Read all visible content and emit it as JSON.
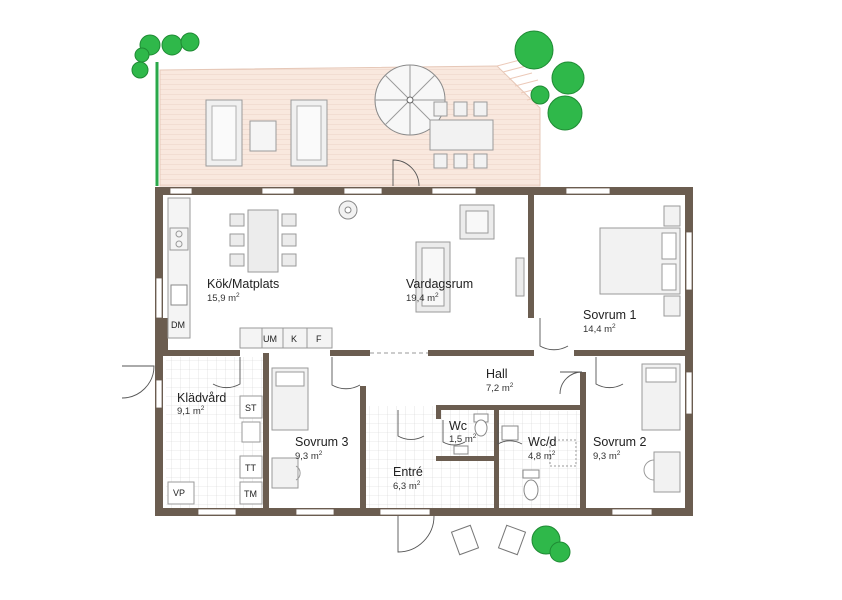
{
  "rooms": {
    "kok": {
      "name": "Kök/Matplats",
      "area": "15,9 m",
      "sup": "2"
    },
    "vardag": {
      "name": "Vardagsrum",
      "area": "19,4 m",
      "sup": "2"
    },
    "sovrum1": {
      "name": "Sovrum 1",
      "area": "14,4 m",
      "sup": "2"
    },
    "hall": {
      "name": "Hall",
      "area": "7,2 m",
      "sup": "2"
    },
    "kladvard": {
      "name": "Klädvård",
      "area": "9,1 m",
      "sup": "2"
    },
    "sovrum3": {
      "name": "Sovrum 3",
      "area": "9,3 m",
      "sup": "2"
    },
    "wc": {
      "name": "Wc",
      "area": "1,5 m",
      "sup": "2"
    },
    "wcd": {
      "name": "Wc/d",
      "area": "4,8 m",
      "sup": "2"
    },
    "entre": {
      "name": "Entré",
      "area": "6,3 m",
      "sup": "2"
    },
    "sovrum2": {
      "name": "Sovrum 2",
      "area": "9,3 m",
      "sup": "2"
    }
  },
  "fixtures": {
    "dm": "DM",
    "um": "UM",
    "k": "K",
    "f": "F",
    "st": "ST",
    "tt": "TT",
    "tm": "TM",
    "vp": "VP"
  },
  "colors": {
    "wall": "#6b5d50",
    "deck": "#f8e6dc",
    "deck_line": "#e8cfc2",
    "tile": "#d7d7d7",
    "furniture": "#e9e9e9",
    "furniture_stroke": "#9a9a9a",
    "tree": "#2fb84a",
    "tree_dark": "#1f8a34",
    "railing": "#2aa84a"
  }
}
